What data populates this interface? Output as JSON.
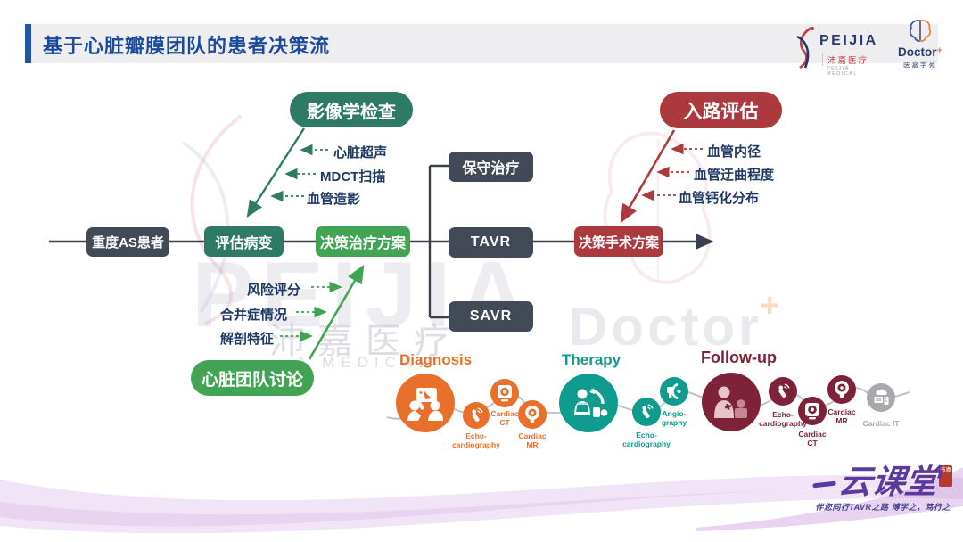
{
  "slide": {
    "title": "基于心脏瓣膜团队的患者决策流"
  },
  "logos": {
    "peijia": {
      "wordmark": "PEIJIA",
      "cn": "沛嘉医疗",
      "en": "PEIJIA MEDICAL"
    },
    "doctor_plus": {
      "wordmark": "Doctor",
      "plus": "+",
      "cn": "医嘉学苑"
    },
    "cloud_class": {
      "wordmark": "云课堂",
      "seal": "沛嘉",
      "tagline": "伴您同行TAVR之路 博学之，笃行之"
    }
  },
  "flow": {
    "nodes": {
      "patient": "重度AS患者",
      "assess_lesion": "评估病变",
      "treatment_plan": "决策治疗方案",
      "conservative": "保守治疗",
      "tavr": "TAVR",
      "savr": "SAVR",
      "surgical_plan": "决策手术方案"
    },
    "imaging": {
      "title": "影像学检查",
      "items": [
        "心脏超声",
        "MDCT扫描",
        "血管造影"
      ]
    },
    "access": {
      "title": "入路评估",
      "items": [
        "血管内径",
        "血管迂曲程度",
        "血管钙化分布"
      ]
    },
    "team": {
      "title": "心脏团队讨论",
      "items": [
        "风险评分",
        "合并症情况",
        "解剖特征"
      ]
    }
  },
  "timeline": {
    "sections": [
      {
        "label": "Diagnosis",
        "color": "#e8702a"
      },
      {
        "label": "Therapy",
        "color": "#0f9b8d"
      },
      {
        "label": "Follow-up",
        "color": "#7e2239"
      }
    ],
    "labels": {
      "echo1": "Echo-cardiography",
      "ct1": "Cardiac CT",
      "mr1": "Cardiac MR",
      "echo2": "Echo-cardiography",
      "angio": "Angio-graphy",
      "echo3": "Echo-cardiography",
      "ct2": "Cardiac CT",
      "mr2": "Cardiac MR",
      "it": "Cardiac IT"
    }
  },
  "watermarks": {
    "peijia_big": "PEIJIA",
    "peijia_cn": "沛嘉医疗",
    "peijia_en": "A MEDICAL",
    "doctor": "Doctor",
    "plus": "+"
  },
  "colors": {
    "title_blue": "#1b4a9b",
    "slate": "#414a56",
    "dark_teal": "#2e7a66",
    "green": "#41a353",
    "red": "#ac393e",
    "navy_text": "#203864",
    "orange": "#e8702a",
    "teal": "#0f9b8d",
    "maroon": "#7e2239",
    "gray": "#a9a9ad",
    "purple": "#5c3a9d"
  }
}
